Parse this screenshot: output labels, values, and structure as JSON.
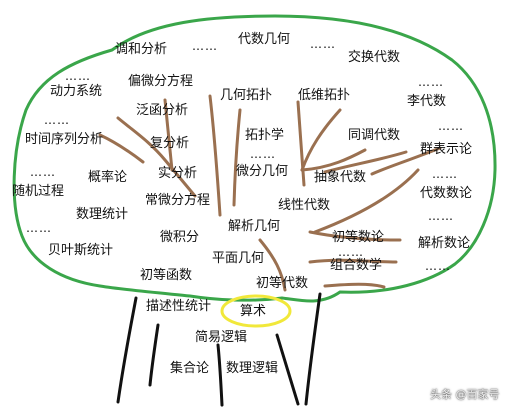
{
  "colors": {
    "canopy": "#3aa64a",
    "branch": "#9a7050",
    "trunk": "#111111",
    "highlight": "#f1e83a",
    "text": "#111111"
  },
  "ellipsis": "……",
  "watermark": "头条 @百家号",
  "nodes": {
    "tiaohe_fenxi": "调和分析",
    "daishu_jihe": "代数几何",
    "jiaohuan_daishu": "交换代数",
    "dongli_xitong": "动力系统",
    "pianwei_fenfang": "偏微分方程",
    "jihe_tuopu": "几何拓扑",
    "diwei_tuopu": "低维拓扑",
    "li_daishu": "李代数",
    "fanhan_fenxi": "泛函分析",
    "shijian_xulie": "时间序列分析",
    "fu_fenxi": "复分析",
    "tuopuxue": "拓扑学",
    "tongdiao_daishu": "同调代数",
    "qunbiaoshilun": "群表示论",
    "gailvlun": "概率论",
    "shi_fenxi": "实分析",
    "weifen_jihe": "微分几何",
    "chouxiang_daishu": "抽象代数",
    "suiji_guocheng": "随机过程",
    "changweifen": "常微分方程",
    "daishu_shulun": "代数数论",
    "shuli_tongji": "数理统计",
    "xianxing_daishu": "线性代数",
    "jiexi_jihe": "解析几何",
    "weijifen": "微积分",
    "chudeng_shulun": "初等数论",
    "jiexi_shulun": "解析数论",
    "beiyesi": "贝叶斯统计",
    "pingmian_jihe": "平面几何",
    "zuhe_shuxue": "组合数学",
    "chudeng_hanshu": "初等函数",
    "chudeng_daishu": "初等代数",
    "miaoshu_tongji": "描述性统计",
    "suanshu": "算术",
    "jianyi_luoji": "简易逻辑",
    "jihelun": "集合论",
    "shuli_luoji": "数理逻辑"
  }
}
